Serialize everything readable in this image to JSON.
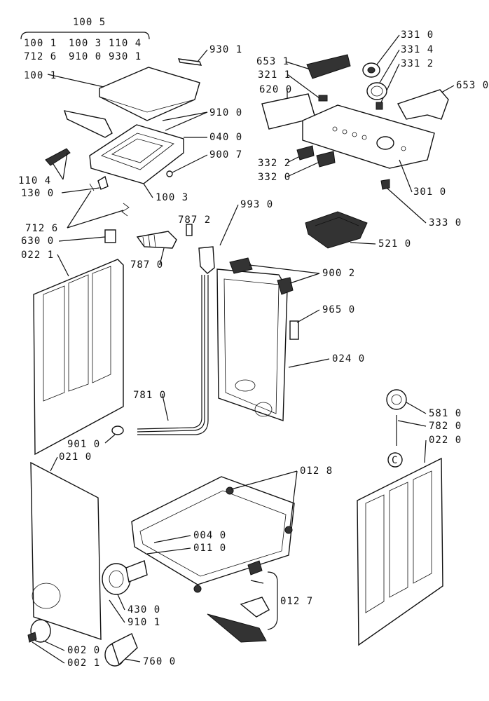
{
  "header_group": {
    "top": "100 5",
    "row1": [
      "100 1",
      "100 3",
      "110 4"
    ],
    "row2": [
      "712 6",
      "910 0",
      "930 1"
    ]
  },
  "labels": {
    "p9301": "930 1",
    "p1001": "100 1",
    "p9100": "910 0",
    "p0400": "040 0",
    "p9007": "900 7",
    "p1104": "110 4",
    "p1300": "130 0",
    "p1003": "100 3",
    "p7126": "712 6",
    "p6300": "630 0",
    "p0221a": "022 1",
    "p7872": "787 2",
    "p7870": "787 0",
    "p9930": "993 0",
    "p3310": "331 0",
    "p3314": "331 4",
    "p3312": "331 2",
    "p6531": "653 1",
    "p3211": "321 1",
    "p6200": "620 0",
    "p6530": "653 0",
    "p3322": "332 2",
    "p3320": "332 0",
    "p3010": "301 0",
    "p3330": "333 0",
    "p5210": "521 0",
    "p9002": "900 2",
    "p9650": "965 0",
    "p0240": "024 0",
    "p7810": "781 0",
    "p9010": "901 0",
    "p0210": "021 0",
    "p5810": "581 0",
    "p7820": "782 0",
    "p0220": "022 0",
    "p0128": "012 8",
    "p0040": "004 0",
    "p0110": "011 0",
    "p4300": "430 0",
    "p9101": "910 1",
    "p0127": "012 7",
    "p0020": "002 0",
    "p0021": "002 1",
    "p7600": "760 0",
    "circle_c": "C"
  }
}
